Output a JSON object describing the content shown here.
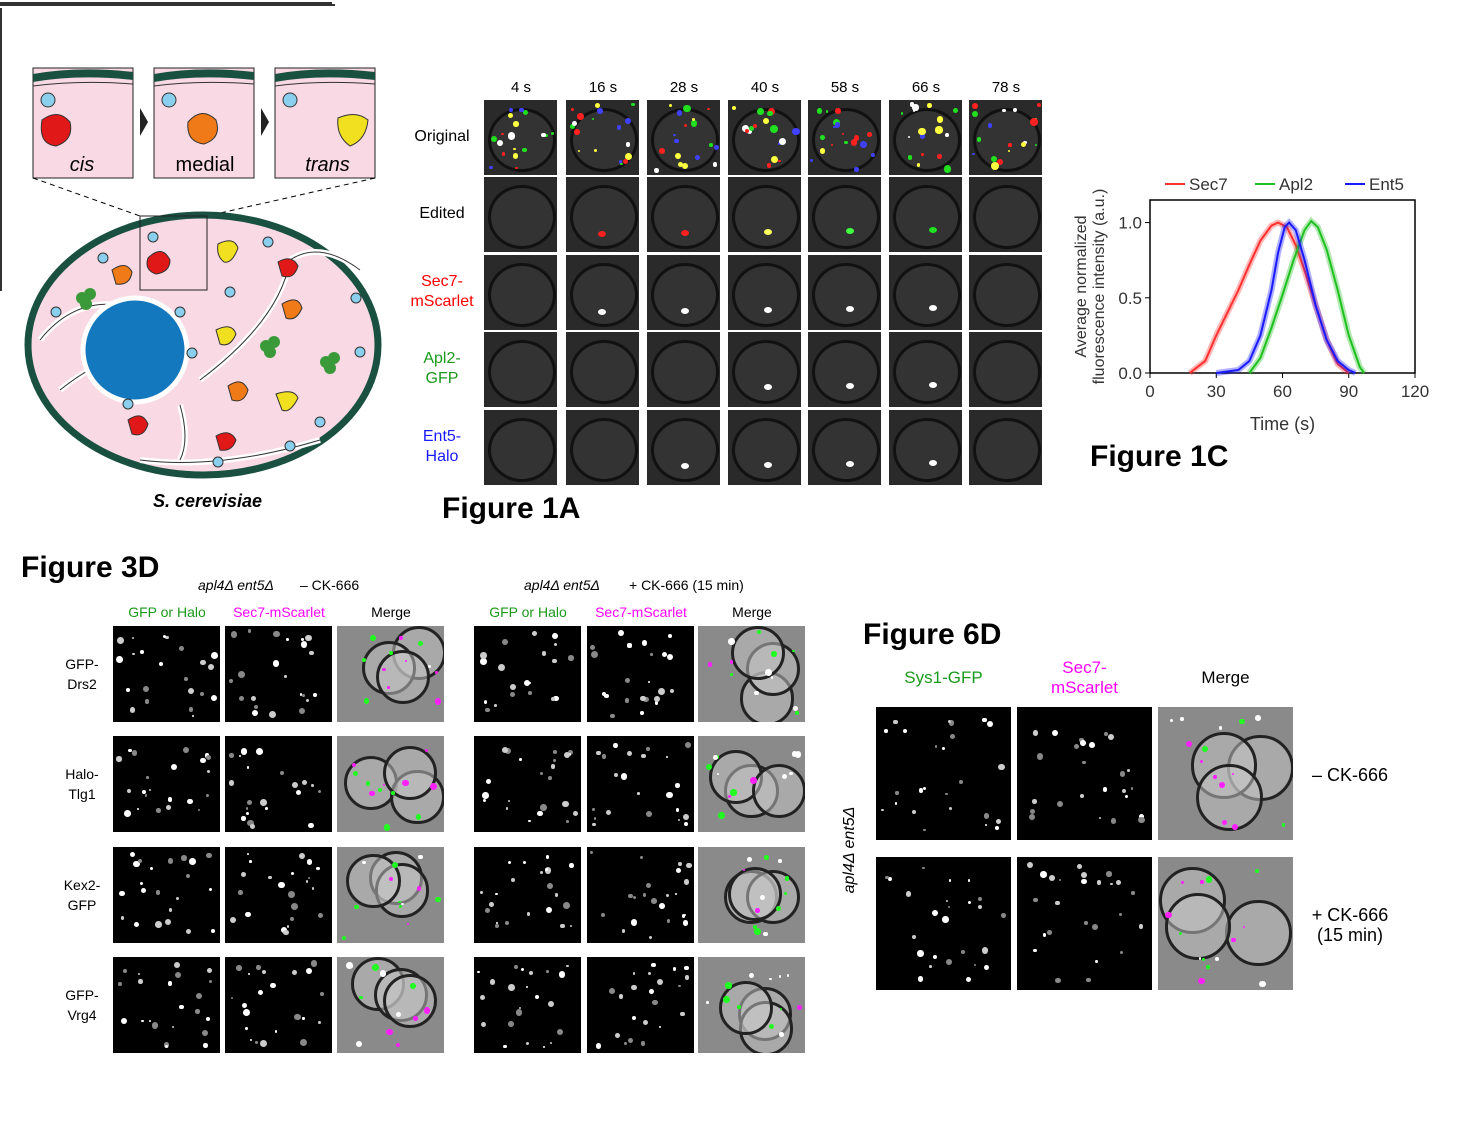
{
  "diagram": {
    "cis": "cis",
    "medial": "medial",
    "trans": "trans",
    "organism": "S. cerevisiae"
  },
  "fig1a": {
    "title": "Figure 1A",
    "times": [
      "4 s",
      "16 s",
      "28 s",
      "40 s",
      "58 s",
      "66 s",
      "78 s"
    ],
    "rows": [
      {
        "label": "Original",
        "color": "#000000"
      },
      {
        "label": "Edited",
        "color": "#000000"
      },
      {
        "label": "Sec7-\nmScarlet",
        "color": "#ff0000"
      },
      {
        "label": "Apl2-\nGFP",
        "color": "#1a9a1a"
      },
      {
        "label": "Ent5-\nHalo",
        "color": "#1a1aff"
      }
    ]
  },
  "fig1c": {
    "title": "Figure 1C"
  },
  "chart_data": {
    "type": "line",
    "title": "",
    "xlabel": "Time (s)",
    "ylabel": "Average normalized fluorescence intensity (a.u.)",
    "xlim": [
      0,
      120
    ],
    "ylim": [
      0,
      1.15
    ],
    "xticks": [
      0,
      30,
      60,
      90,
      120
    ],
    "yticks": [
      "0.0",
      "0.5",
      "1.0"
    ],
    "legend": "top",
    "series": [
      {
        "name": "Sec7",
        "color": "#ff3030",
        "x": [
          18,
          25,
          30,
          35,
          40,
          45,
          50,
          55,
          58,
          62,
          66,
          70,
          75,
          80,
          85,
          90
        ],
        "y": [
          0,
          0.08,
          0.25,
          0.4,
          0.55,
          0.72,
          0.88,
          0.98,
          1.0,
          0.97,
          0.85,
          0.68,
          0.45,
          0.22,
          0.06,
          0
        ]
      },
      {
        "name": "Apl2",
        "color": "#20c020",
        "x": [
          45,
          50,
          55,
          60,
          65,
          70,
          73,
          76,
          80,
          85,
          90,
          95,
          97
        ],
        "y": [
          0,
          0.1,
          0.3,
          0.52,
          0.75,
          0.95,
          1.01,
          0.97,
          0.82,
          0.55,
          0.25,
          0.04,
          0
        ]
      },
      {
        "name": "Ent5",
        "color": "#1a1aff",
        "x": [
          30,
          40,
          45,
          50,
          55,
          58,
          61,
          63,
          66,
          70,
          75,
          80,
          85,
          90,
          93
        ],
        "y": [
          0,
          0.02,
          0.08,
          0.25,
          0.55,
          0.8,
          0.97,
          1.0,
          0.95,
          0.75,
          0.45,
          0.22,
          0.08,
          0.02,
          0
        ]
      }
    ]
  },
  "fig3d": {
    "title": "Figure 3D",
    "groups": [
      {
        "header_genotype": "apl4Δ ent5Δ",
        "header_treatment": "– CK-666"
      },
      {
        "header_genotype": "apl4Δ ent5Δ",
        "header_treatment": "+ CK-666 (15 min)"
      }
    ],
    "cols": [
      {
        "label": "GFP or Halo",
        "color": "#1a9a1a"
      },
      {
        "label": "Sec7-mScarlet",
        "color": "#ff00ff"
      },
      {
        "label": "Merge",
        "color": "#000000"
      }
    ],
    "rows": [
      "GFP-\nDrs2",
      "Halo-\nTlg1",
      "Kex2-\nGFP",
      "GFP-\nVrg4"
    ]
  },
  "fig6d": {
    "title": "Figure 6D",
    "cols": [
      {
        "label": "Sys1-GFP",
        "color": "#1a9a1a"
      },
      {
        "label": "Sec7-\nmScarlet",
        "color": "#ff00ff"
      },
      {
        "label": "Merge",
        "color": "#000000"
      }
    ],
    "genotype": "apl4Δ ent5Δ",
    "rows": [
      "– CK-666",
      "+ CK-666\n(15 min)"
    ]
  }
}
